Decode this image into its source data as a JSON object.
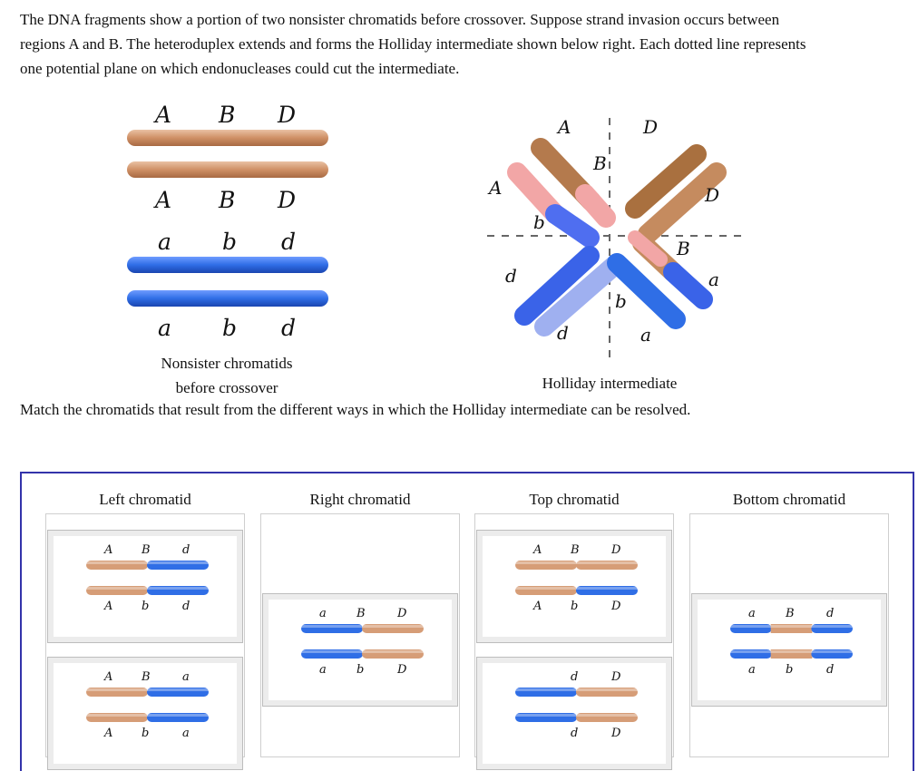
{
  "question": {
    "line1": "The DNA fragments show a portion of two nonsister chromatids before crossover. Suppose strand invasion occurs between",
    "line2": "regions A and B. The heteroduplex extends and forms the Holliday intermediate shown below right. Each dotted line represents",
    "line3": "one potential plane on which endonucleases could cut the intermediate."
  },
  "colors": {
    "orange": "#d69d77",
    "blue": "#2f6ee6",
    "pink": "#f2a6a6",
    "light_blue": "#9fb0f0",
    "panel_border": "#3333aa"
  },
  "nonsister": {
    "orange_top": [
      "A",
      "B",
      "D"
    ],
    "orange_bottom": [
      "A",
      "B",
      "D"
    ],
    "blue_top": [
      "a",
      "b",
      "d"
    ],
    "blue_bottom": [
      "a",
      "b",
      "d"
    ],
    "caption1": "Nonsister chromatids",
    "caption2": "before crossover"
  },
  "holliday": {
    "labels": [
      "A",
      "D",
      "B",
      "A",
      "D",
      "b",
      "B",
      "d",
      "a",
      "b",
      "d",
      "a"
    ],
    "caption": "Holliday intermediate"
  },
  "instruction": "Match the chromatids that result from the different ways in which the Holliday intermediate can be resolved.",
  "columns": [
    "Left chromatid",
    "Right chromatid",
    "Top chromatid",
    "Bottom chromatid"
  ],
  "cards": [
    {
      "id": "ABd",
      "top": [
        "A",
        "B",
        "d"
      ],
      "bottom": [
        "A",
        "b",
        "d"
      ]
    },
    {
      "id": "ABa",
      "top": [
        "A",
        "B",
        "a"
      ],
      "bottom": [
        "A",
        "b",
        "a"
      ]
    },
    {
      "id": "aBD",
      "top": [
        "a",
        "B",
        "D"
      ],
      "bottom": [
        "a",
        "b",
        "D"
      ]
    },
    {
      "id": "ABD",
      "top": [
        "A",
        "B",
        "D"
      ],
      "bottom": [
        "A",
        "b",
        "D"
      ]
    },
    {
      "id": "dD",
      "top": [
        "d",
        "D"
      ],
      "bottom": [
        "d",
        "D"
      ]
    },
    {
      "id": "aBd",
      "top": [
        "a",
        "B",
        "d"
      ],
      "bottom": [
        "a",
        "b",
        "d"
      ]
    }
  ]
}
